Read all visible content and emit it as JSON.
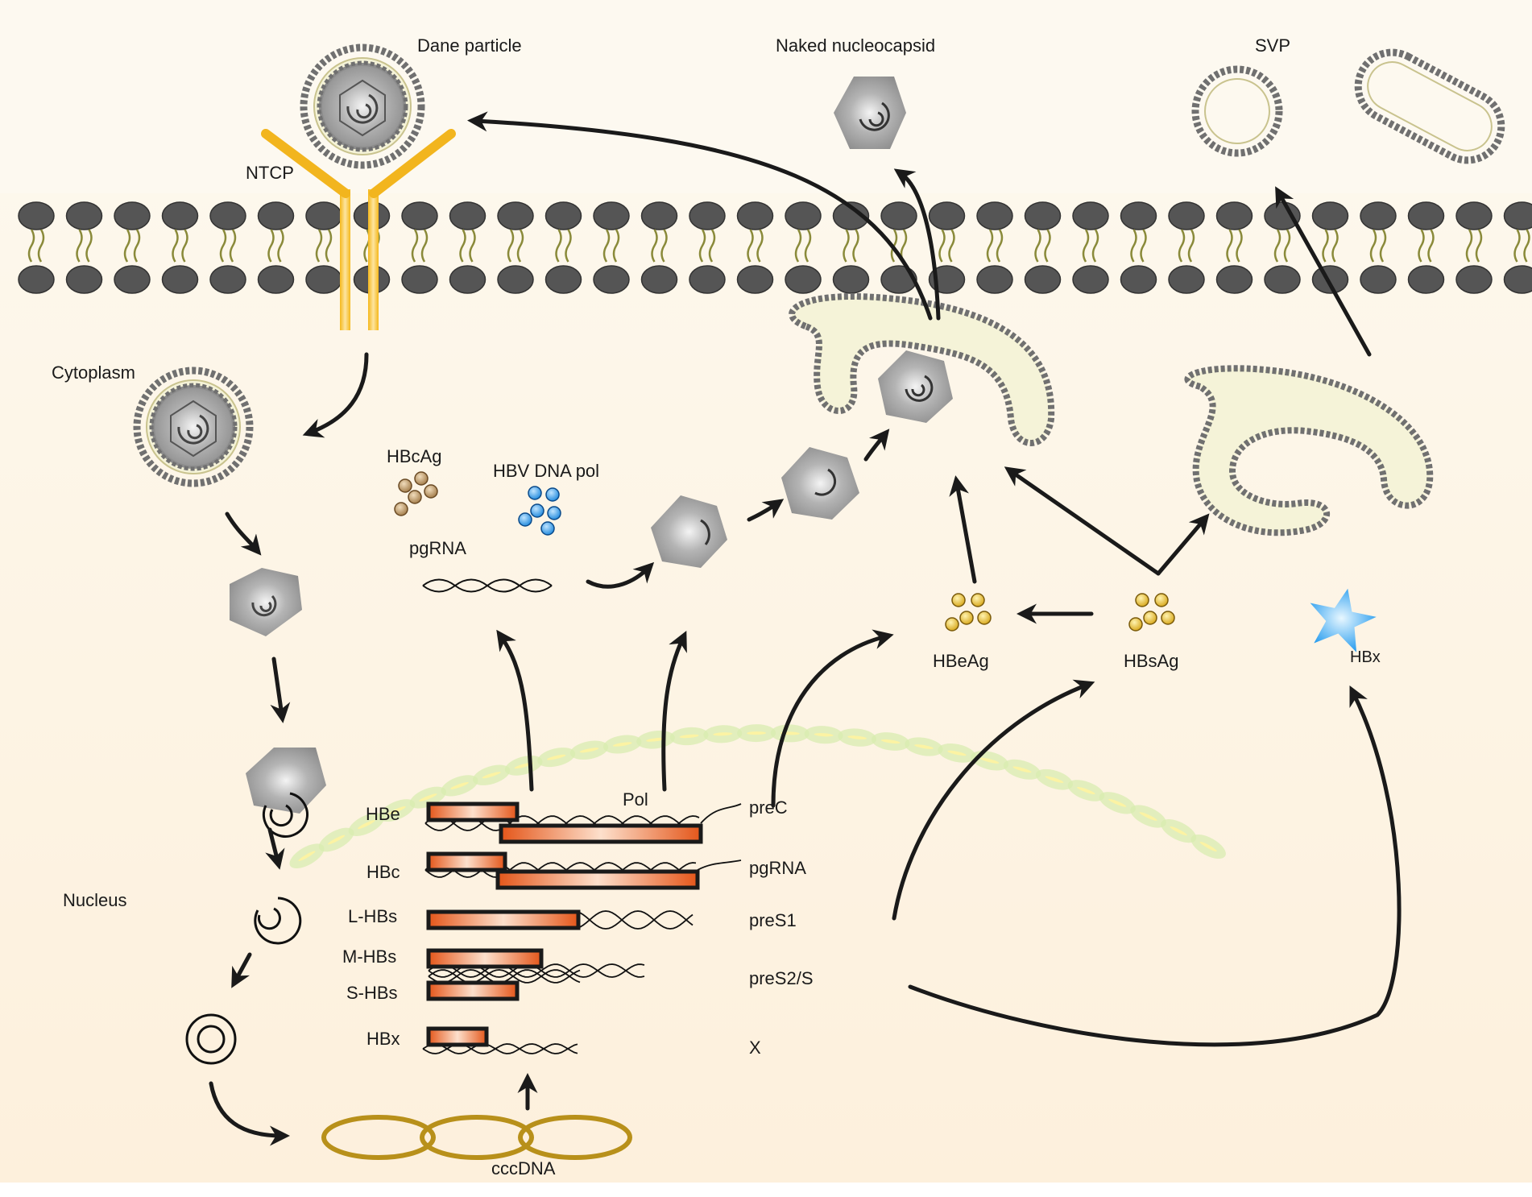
{
  "labels": {
    "dane_particle": "Dane particle",
    "naked_nucleocapsid": "Naked nucleocapsid",
    "svp": "SVP",
    "ntcp": "NTCP",
    "cytoplasm": "Cytoplasm",
    "nucleus": "Nucleus",
    "hbcag": "HBcAg",
    "hbv_dna_pol": "HBV DNA pol",
    "pgrna": "pgRNA",
    "hbeag": "HBeAg",
    "hbsag": "HBsAg",
    "hbx_protein": "HBx",
    "cccdna": "cccDNA",
    "pol": "Pol"
  },
  "genes": [
    {
      "name": "HBe",
      "transcript": "preC"
    },
    {
      "name": "HBc",
      "transcript": "pgRNA"
    },
    {
      "name": "L-HBs",
      "transcript": "preS1"
    },
    {
      "name": "M-HBs",
      "transcript": "preS2/S"
    },
    {
      "name": "S-HBs",
      "transcript": ""
    },
    {
      "name": "HBx",
      "transcript": "X"
    }
  ],
  "colors": {
    "background_top": "#fdf8ec",
    "background_bottom": "#fdf0dc",
    "membrane_head": "#555555",
    "membrane_tail": "#8a8a3a",
    "receptor": "#f2b51e",
    "capsid": "#9a9a9a",
    "gene_bar": "#e8601a",
    "gene_outline": "#1a1a1a",
    "nuclear_envelope": "#d8ecb0",
    "hbcag_dots": "#b08c5c",
    "pol_dots": "#1e90e0",
    "antigen_dots": "#e0b020",
    "hbx_star": "#2aa0f0",
    "cccdna": "#b8901a",
    "arrow": "#1a1a1a"
  }
}
